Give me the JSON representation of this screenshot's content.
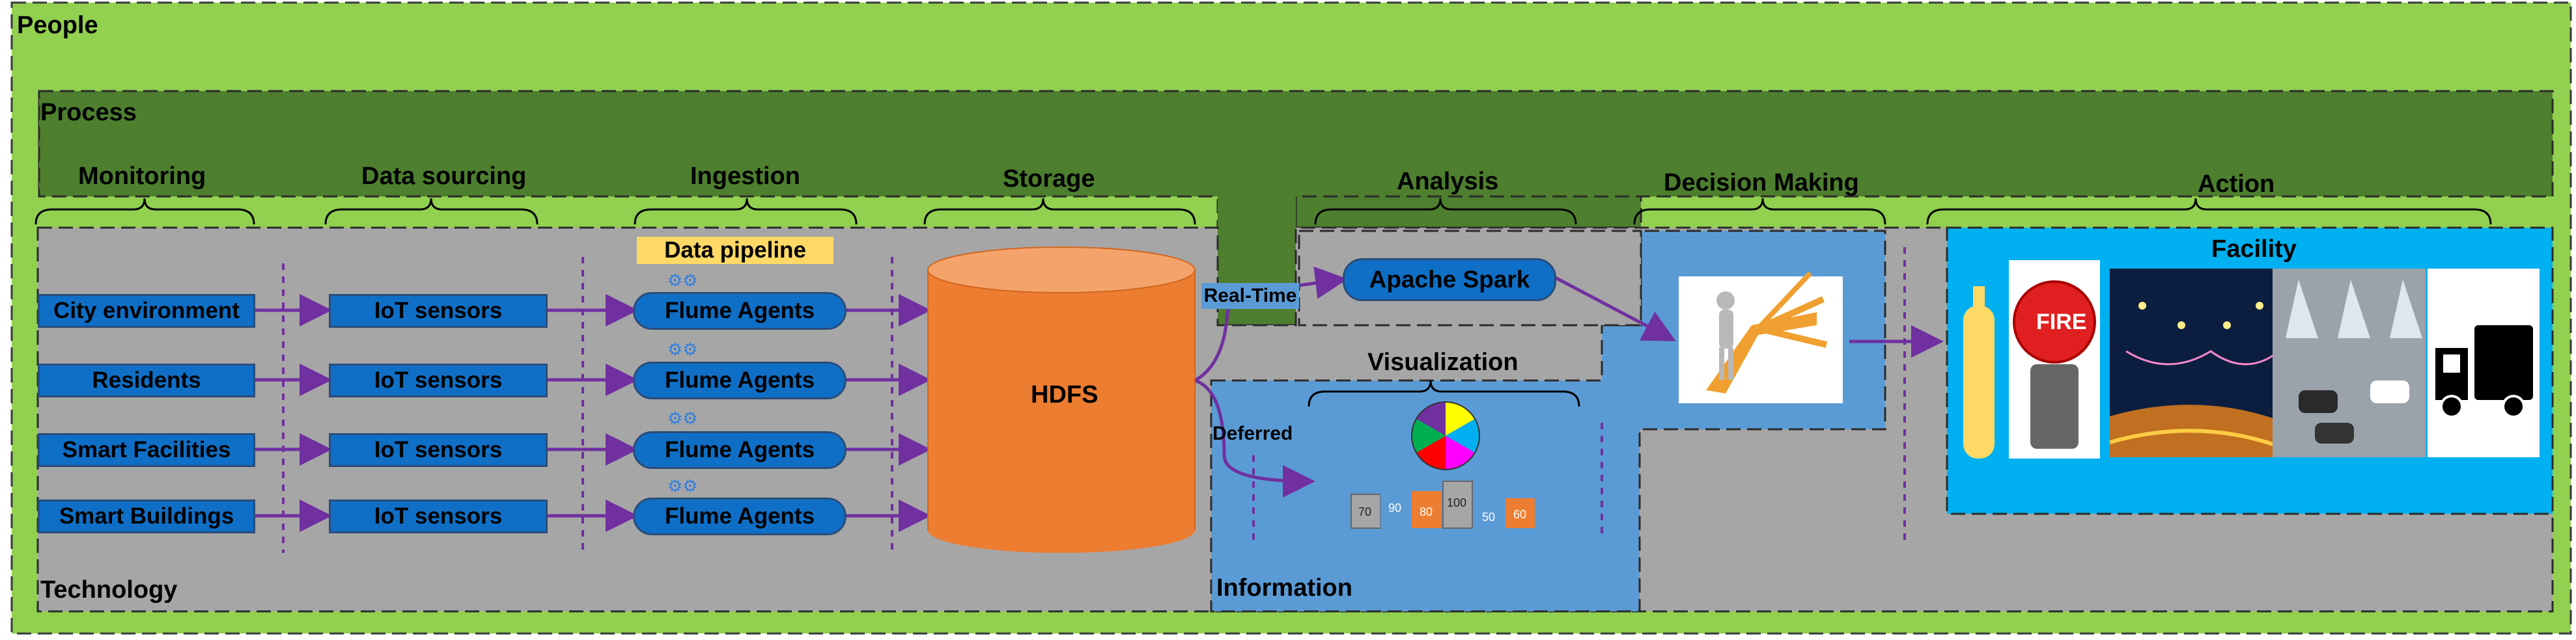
{
  "layers": {
    "people": "People",
    "process": "Process",
    "technology": "Technology",
    "information": "Information"
  },
  "stages": {
    "monitoring": "Monitoring",
    "data_sourcing": "Data sourcing",
    "ingestion": "Ingestion",
    "storage": "Storage",
    "analysis": "Analysis",
    "decision_making": "Decision Making",
    "action": "Action",
    "visualization": "Visualization"
  },
  "sources": [
    "City environment",
    "Residents",
    "Smart Facilities",
    "Smart Buildings"
  ],
  "sensors": [
    "IoT sensors",
    "IoT sensors",
    "IoT sensors",
    "IoT sensors"
  ],
  "agents": [
    "Flume Agents",
    "Flume Agents",
    "Flume Agents",
    "Flume Agents"
  ],
  "data_pipeline": "Data pipeline",
  "storage_label": "HDFS",
  "paths": {
    "realtime": "Real-Time",
    "deferred": "Deferred"
  },
  "analysis_engine": "Apache Spark",
  "facility_title": "Facility",
  "facility_sign_text": "FIRE",
  "bar_values": [
    "70",
    "90",
    "80",
    "100",
    "50",
    "60"
  ],
  "icons": {
    "gear": "gear-icon",
    "decision": "decision-crossroads-icon",
    "pie": "pie-chart-icon",
    "extinguisher": "fire-extinguisher-icon",
    "fire_alarm": "fire-alarm-icon",
    "street_lights": "street-lights-icon",
    "parking": "smart-parking-icon",
    "truck": "garbage-truck-icon"
  },
  "colors": {
    "people": "#92d050",
    "process": "#4d7f2e",
    "technology": "#a6a6a6",
    "information": "#5b9bd5",
    "facility": "#00b0f0",
    "flow_arrow": "#7030a0",
    "box_blue": "#0f6fc6",
    "hdfs": "#ed7d31",
    "pipeline_label": "#ffd966"
  }
}
